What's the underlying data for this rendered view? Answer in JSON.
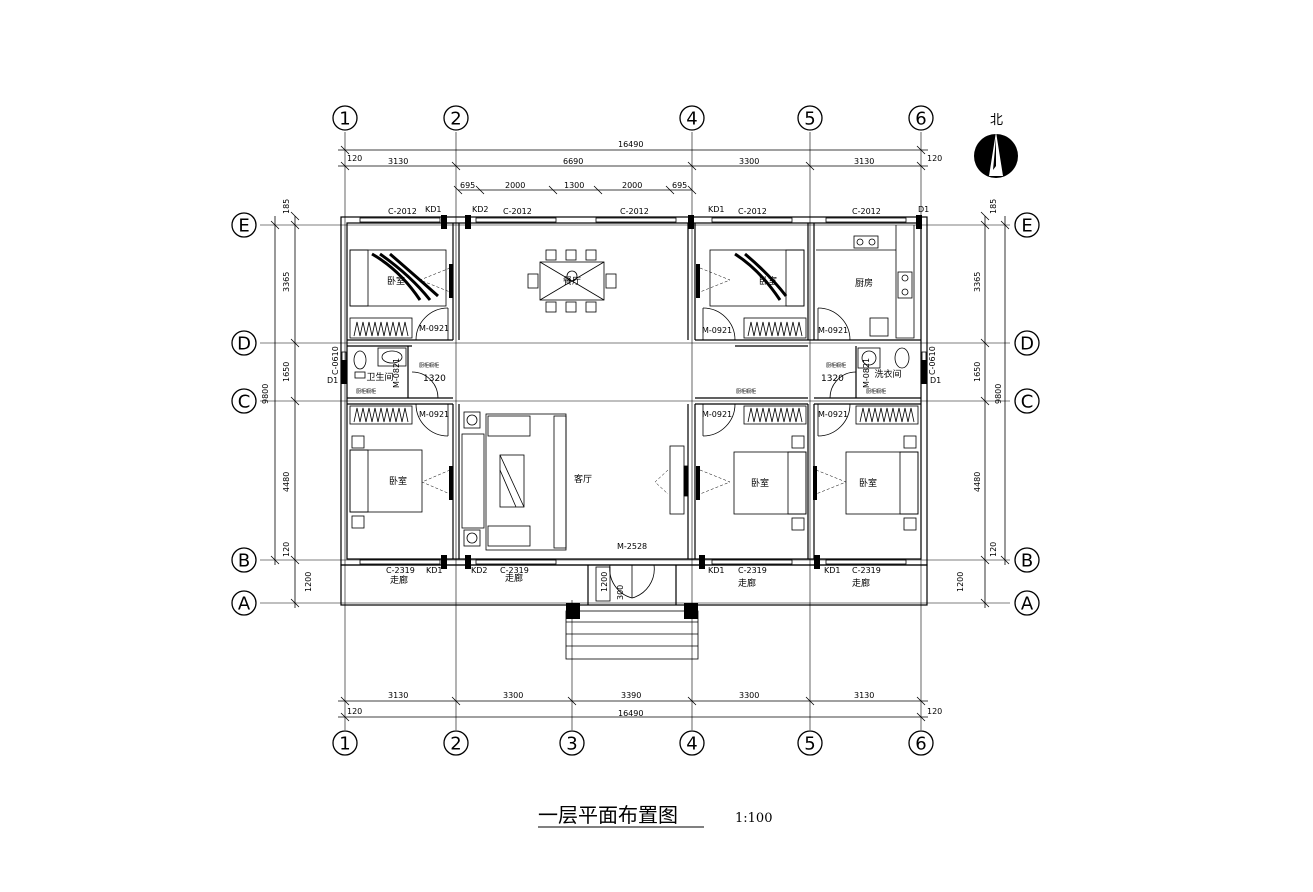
{
  "title": "一层平面布置图",
  "scale": "1:100",
  "north_label": "北",
  "axes_x": [
    "1",
    "2",
    "3",
    "4",
    "5",
    "6"
  ],
  "axes_y": [
    "A",
    "B",
    "C",
    "D",
    "E"
  ],
  "dims": {
    "top_total": "16490",
    "edge": "120",
    "top_row": [
      "3130",
      "6690",
      "3300",
      "3130"
    ],
    "top_sub": [
      "695",
      "2000",
      "1300",
      "2000",
      "695"
    ],
    "bottom_row": [
      "3130",
      "3300",
      "3390",
      "3300",
      "3130"
    ],
    "bottom_total": "16490",
    "side_rows": [
      "185",
      "3365",
      "1650",
      "4480",
      "120",
      "1200"
    ],
    "side_total": "9800",
    "inner": "1320",
    "door_gap": "1200",
    "step": "300"
  },
  "labels": {
    "window_c2012": "C-2012",
    "window_c2319": "C-2319",
    "window_c0610": "C-0610",
    "door_m0921": "M-0921",
    "door_m0821": "M-0821",
    "door_m2528": "M-2528",
    "kd1": "KD1",
    "kd2": "KD2",
    "d1": "D1",
    "wardrobe": "厨柜橱柜"
  },
  "rooms": {
    "bedroom": "卧室",
    "dining": "餐厅",
    "kitchen": "厨房",
    "bathroom": "卫生间",
    "laundry": "洗衣间",
    "living": "客厅",
    "corridor": "走廊"
  }
}
